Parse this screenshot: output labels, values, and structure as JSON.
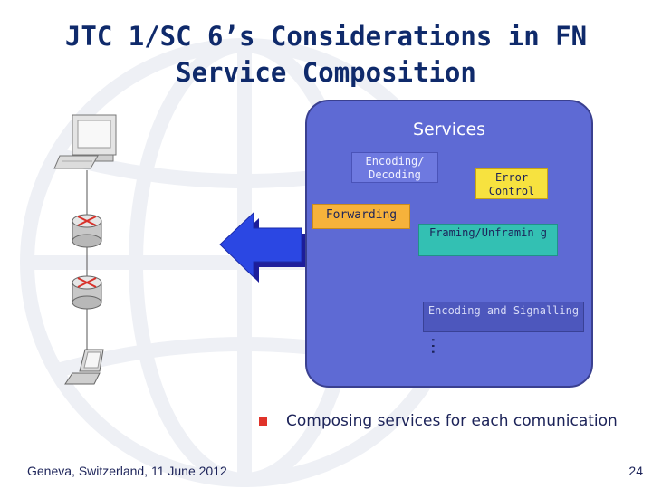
{
  "slide": {
    "title_line1": "JTC 1/SC 6’s Considerations in FN",
    "title_line2": "Service Composition"
  },
  "panel": {
    "heading": "Services",
    "services": {
      "encoding_decoding": "Encoding/ Decoding",
      "error_control": "Error Control",
      "forwarding": "Forwarding",
      "framing": "Framing/Unframin g",
      "encoding_signalling": "Encoding and Signalling"
    },
    "more_indicator": "…"
  },
  "caption": {
    "text": "Composing services for each comunication"
  },
  "footer": {
    "location_date": "Geneva, Switzerland, 11 June 2012",
    "page_number": "24"
  },
  "colors": {
    "title": "#0f2a6b",
    "panel": "#5e6ad4",
    "arrow": "#2b47e3",
    "error_control": "#f7e23f",
    "forwarding": "#f6b23b",
    "framing": "#33c0b3",
    "bullet": "#e0332a"
  },
  "icons": [
    "desktop-computer-icon",
    "router-icon",
    "router-icon",
    "laptop-icon",
    "left-arrow-icon",
    "globe-watermark-icon"
  ]
}
